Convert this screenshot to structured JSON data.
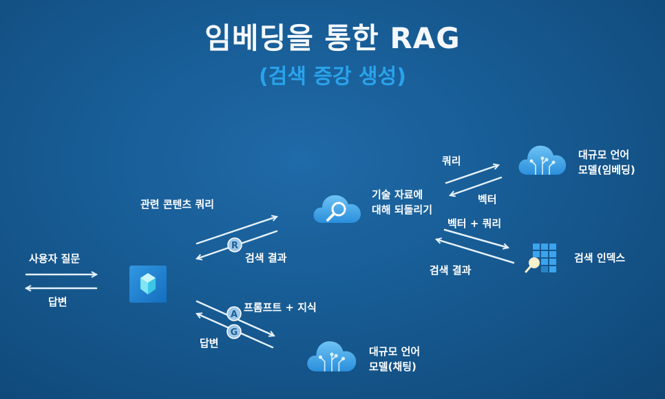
{
  "title": "임베딩을 통한 RAG",
  "subtitle": "(검색 증강 생성)",
  "labels": {
    "user_question": "사용자 질문",
    "answer_left": "답변",
    "related_content_query": "관련 콘텐츠 쿼리",
    "search_result_mid": "검색 결과",
    "prompt_knowledge": "프롬프트 + 지식",
    "answer_mid": "답변",
    "query_top": "쿼리",
    "vector": "벡터",
    "vector_query": "벡터 + 쿼리",
    "search_result_right": "검색 결과"
  },
  "nodes": {
    "search_node_line1": "기술 자료에",
    "search_node_line2": "대해 되돌리기",
    "llm_embed_line1": "대규모 언어",
    "llm_embed_line2": "모델(임베딩)",
    "search_index": "검색 인덱스",
    "llm_chat_line1": "대규모 언어",
    "llm_chat_line2": "모델(채팅)"
  },
  "letters": {
    "r": "R",
    "a": "A",
    "g": "G"
  },
  "colors": {
    "background": "#175b93",
    "accent": "#2aa3ec",
    "arrow": "#e6f2fb"
  },
  "icons": [
    "app-cube-icon",
    "search-cloud-icon",
    "llm-embedding-cloud-icon",
    "search-index-icon",
    "llm-chat-cloud-icon"
  ]
}
